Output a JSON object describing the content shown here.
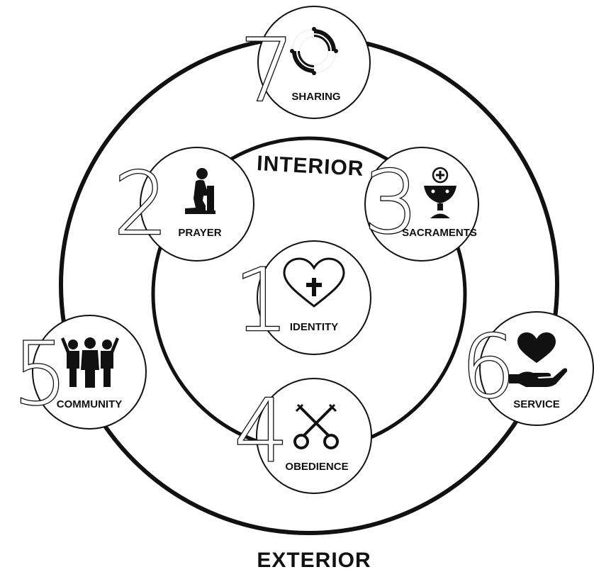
{
  "rings": {
    "inner_label": "INTERIOR",
    "outer_label": "EXTERIOR"
  },
  "nodes": [
    {
      "id": "identity",
      "number": "1",
      "label": "IDENTITY",
      "icon": "heart-cross-icon"
    },
    {
      "id": "prayer",
      "number": "2",
      "label": "PRAYER",
      "icon": "kneeling-prayer-icon"
    },
    {
      "id": "sacraments",
      "number": "3",
      "label": "SACRAMENTS",
      "icon": "chalice-host-icon"
    },
    {
      "id": "obedience",
      "number": "4",
      "label": "OBEDIENCE",
      "icon": "crossed-keys-icon"
    },
    {
      "id": "community",
      "number": "5",
      "label": "COMMUNITY",
      "icon": "people-group-icon"
    },
    {
      "id": "service",
      "number": "6",
      "label": "SERVICE",
      "icon": "heart-in-hand-icon"
    },
    {
      "id": "sharing",
      "number": "7",
      "label": "SHARING",
      "icon": "lifebuoy-icon"
    }
  ],
  "colors": {
    "stroke": "#111111",
    "background": "#ffffff"
  }
}
